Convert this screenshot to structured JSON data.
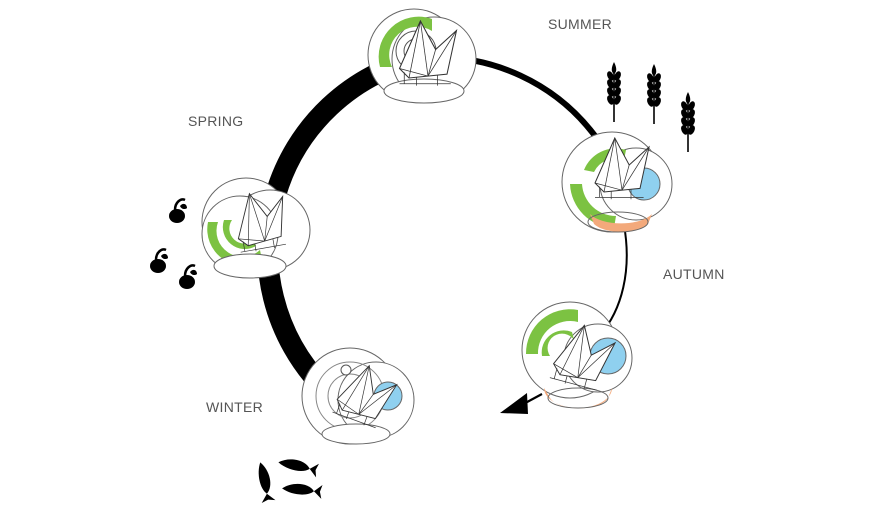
{
  "seasons": {
    "summer": "SUMMER",
    "spring": "SPRING",
    "autumn": "AUTUMN",
    "winter": "WINTER"
  },
  "icons": {
    "summer_crop": "wheat-icon",
    "spring_crop": "seed-sprout-icon",
    "winter_crop": "fish-icon",
    "cycle_direction": "arrow-icon"
  },
  "colors": {
    "cycle_ring": "#000000",
    "water_surface": "#8fd0ef",
    "harvest_zone": "#f3a97b",
    "green_zone": "#7cc242",
    "label_text": "#555555"
  }
}
